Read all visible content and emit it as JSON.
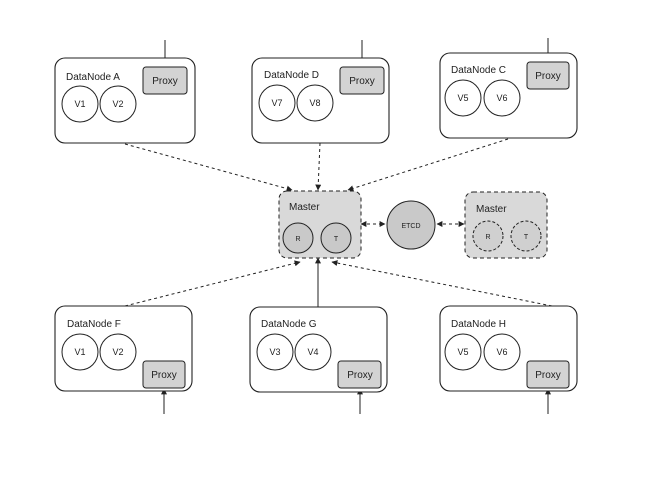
{
  "datanodes": {
    "a": {
      "title": "DataNode A",
      "proxy": "Proxy",
      "v1": "V1",
      "v2": "V2"
    },
    "d": {
      "title": "DataNode D",
      "proxy": "Proxy",
      "v1": "V7",
      "v2": "V8"
    },
    "c": {
      "title": "DataNode C",
      "proxy": "Proxy",
      "v1": "V5",
      "v2": "V6"
    },
    "f": {
      "title": "DataNode F",
      "proxy": "Proxy",
      "v1": "V1",
      "v2": "V2"
    },
    "g": {
      "title": "DataNode  G",
      "proxy": "Proxy",
      "v1": "V3",
      "v2": "V4"
    },
    "h": {
      "title": "DataNode H",
      "proxy": "Proxy",
      "v1": "V5",
      "v2": "V6"
    }
  },
  "master_main": {
    "title": "Master",
    "r": "R",
    "t": "T"
  },
  "master_standby": {
    "title": "Master",
    "r": "R",
    "t": "T"
  },
  "etcd": {
    "label": "ETCD"
  },
  "colors": {
    "proxy_fill": "#d3d3d3",
    "master_fill": "#d9d9d9",
    "stroke": "#222222"
  }
}
